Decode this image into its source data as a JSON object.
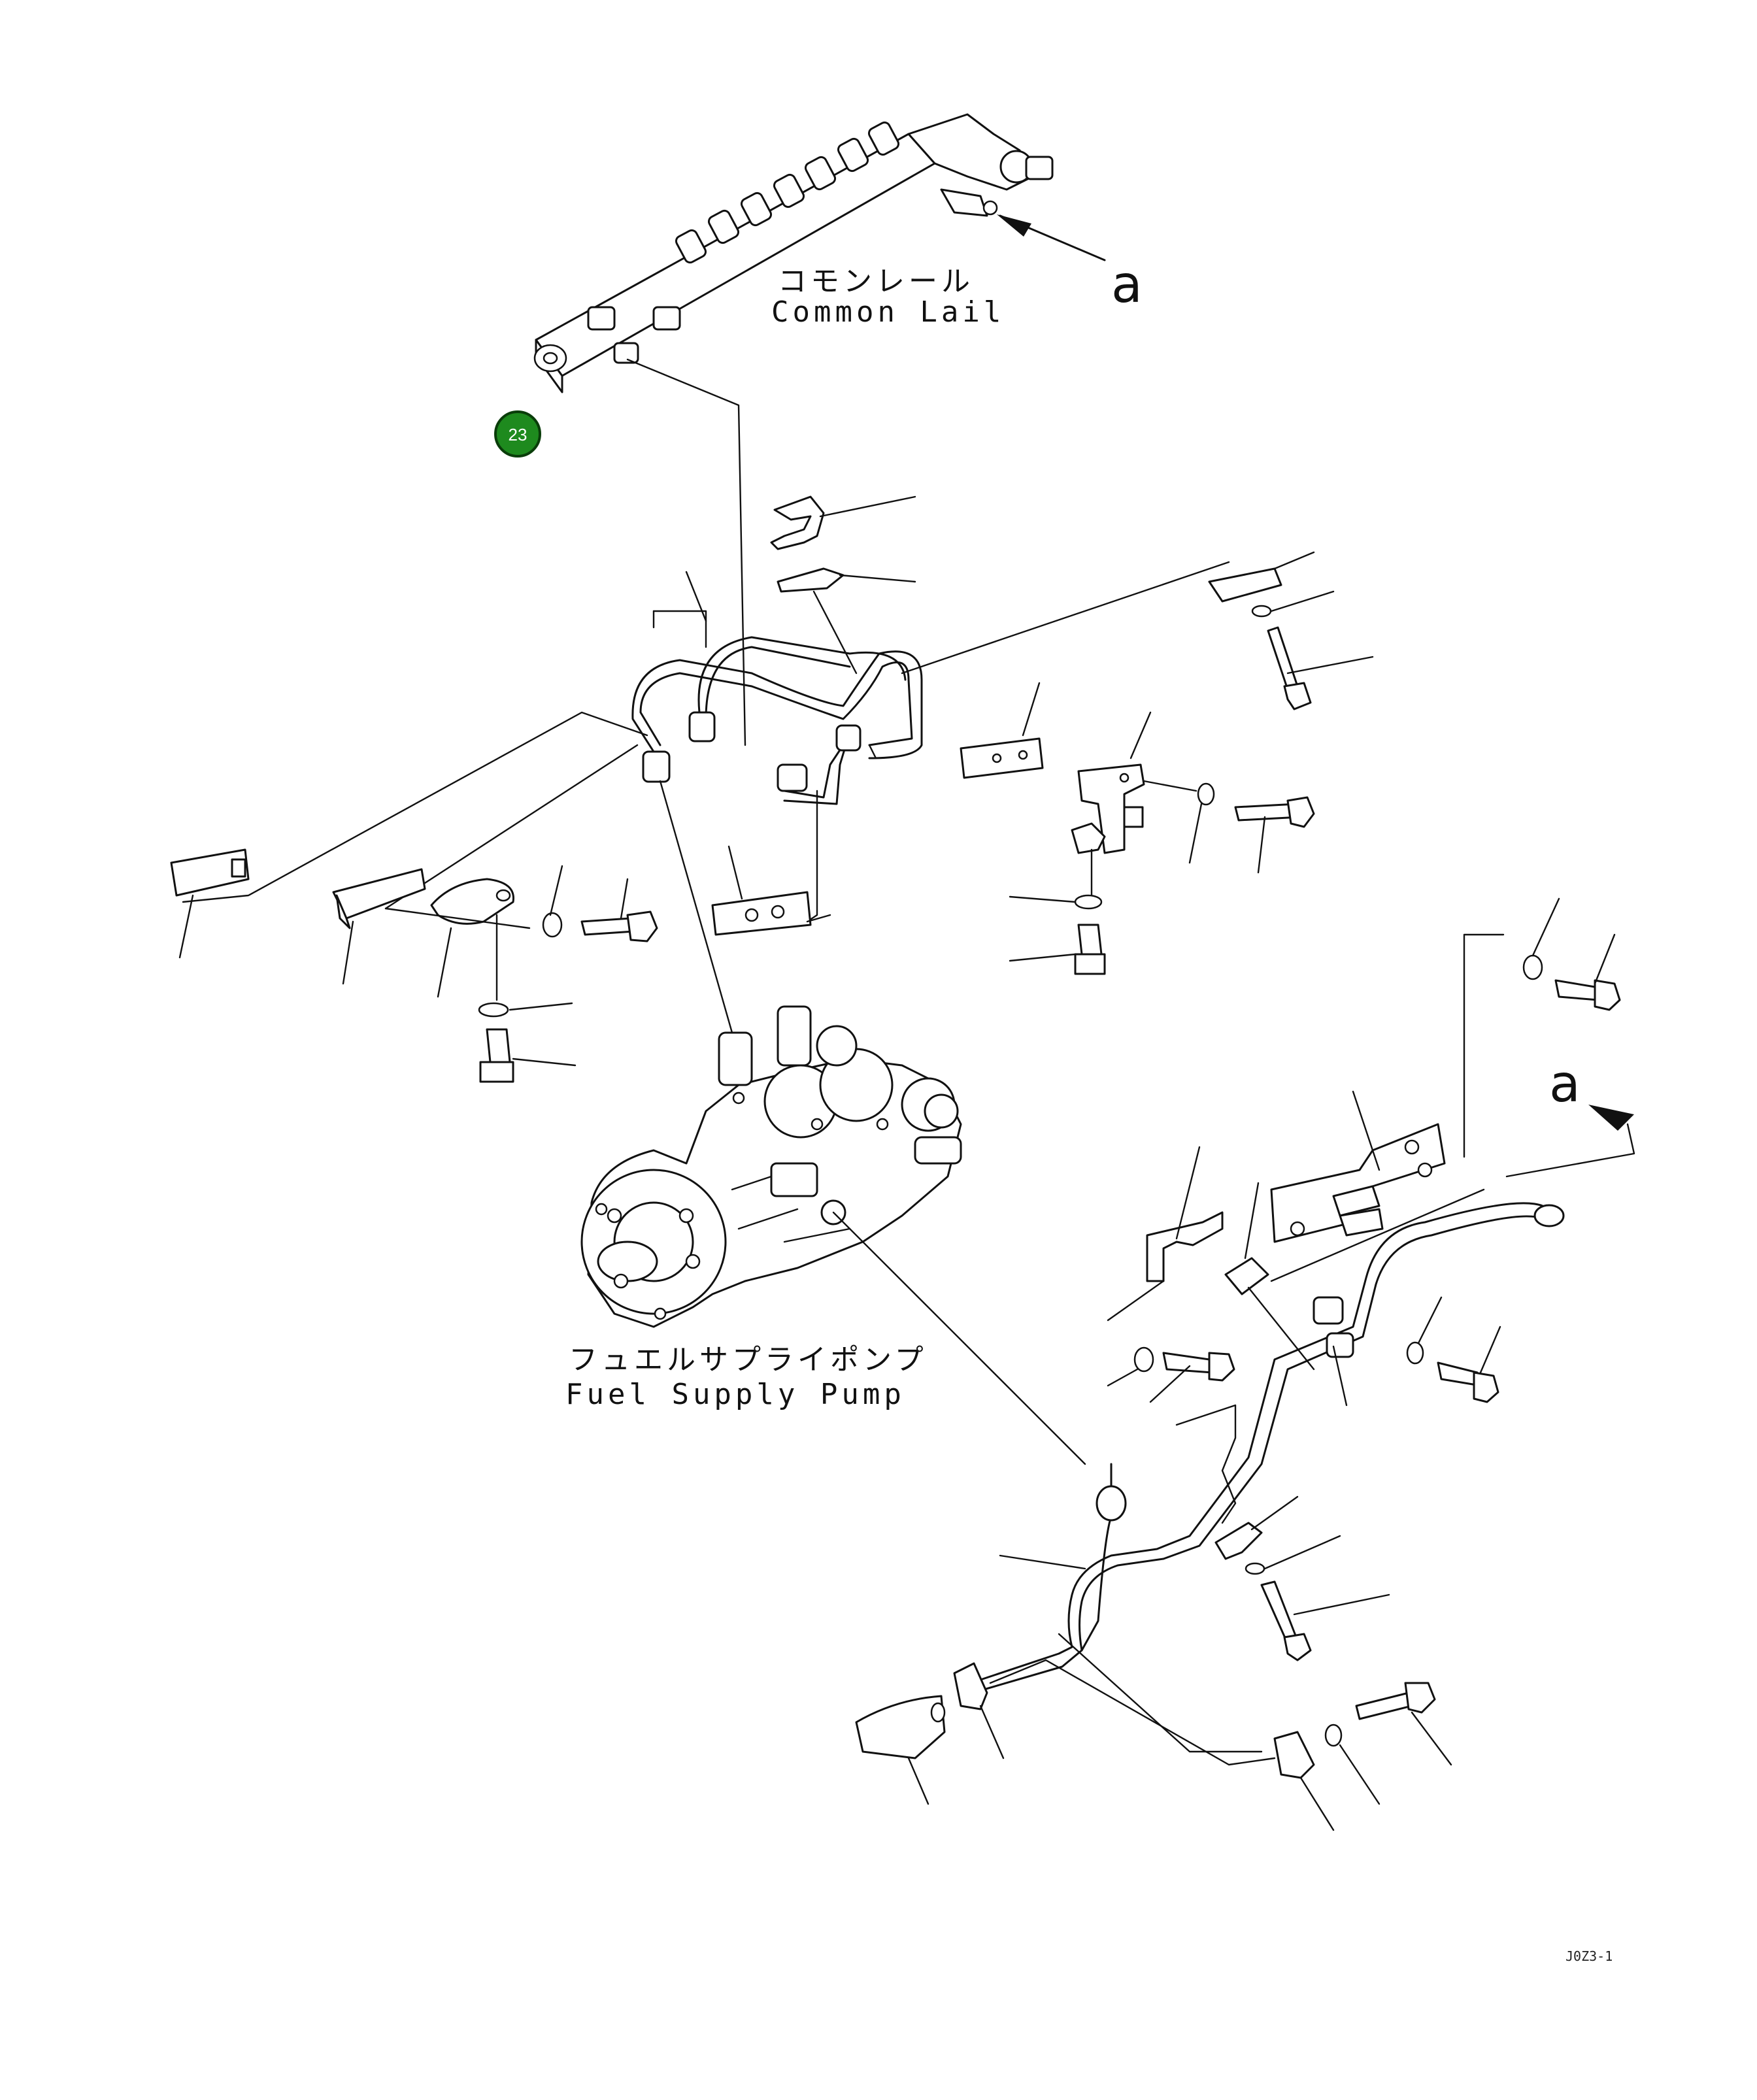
{
  "labels": {
    "common_rail_jp": "コモンレール",
    "common_rail_en": "Common Lail",
    "pump_jp": "フュエルサプライポンプ",
    "pump_en": "Fuel Supply Pump"
  },
  "refs": {
    "top": "a",
    "right": "a"
  },
  "callout": {
    "number": "23",
    "color": "#1e8a1e"
  },
  "drawing_code": "J0Z3-1"
}
